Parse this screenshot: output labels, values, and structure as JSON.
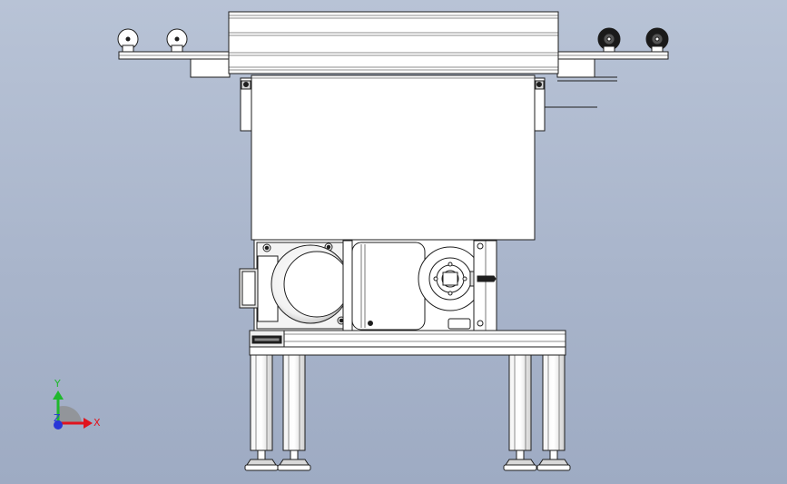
{
  "colors": {
    "background_top": "#b8c3d6",
    "background_bottom": "#9eabc3",
    "part_fill": "#ffffff",
    "line": "#1e1e1e",
    "shade": "#d9d9d9",
    "axis_x": "#e0141e",
    "axis_y": "#1fb82c",
    "axis_z": "#2836d8"
  },
  "triad": {
    "x_label": "X",
    "y_label": "Y",
    "z_label": "Z"
  }
}
